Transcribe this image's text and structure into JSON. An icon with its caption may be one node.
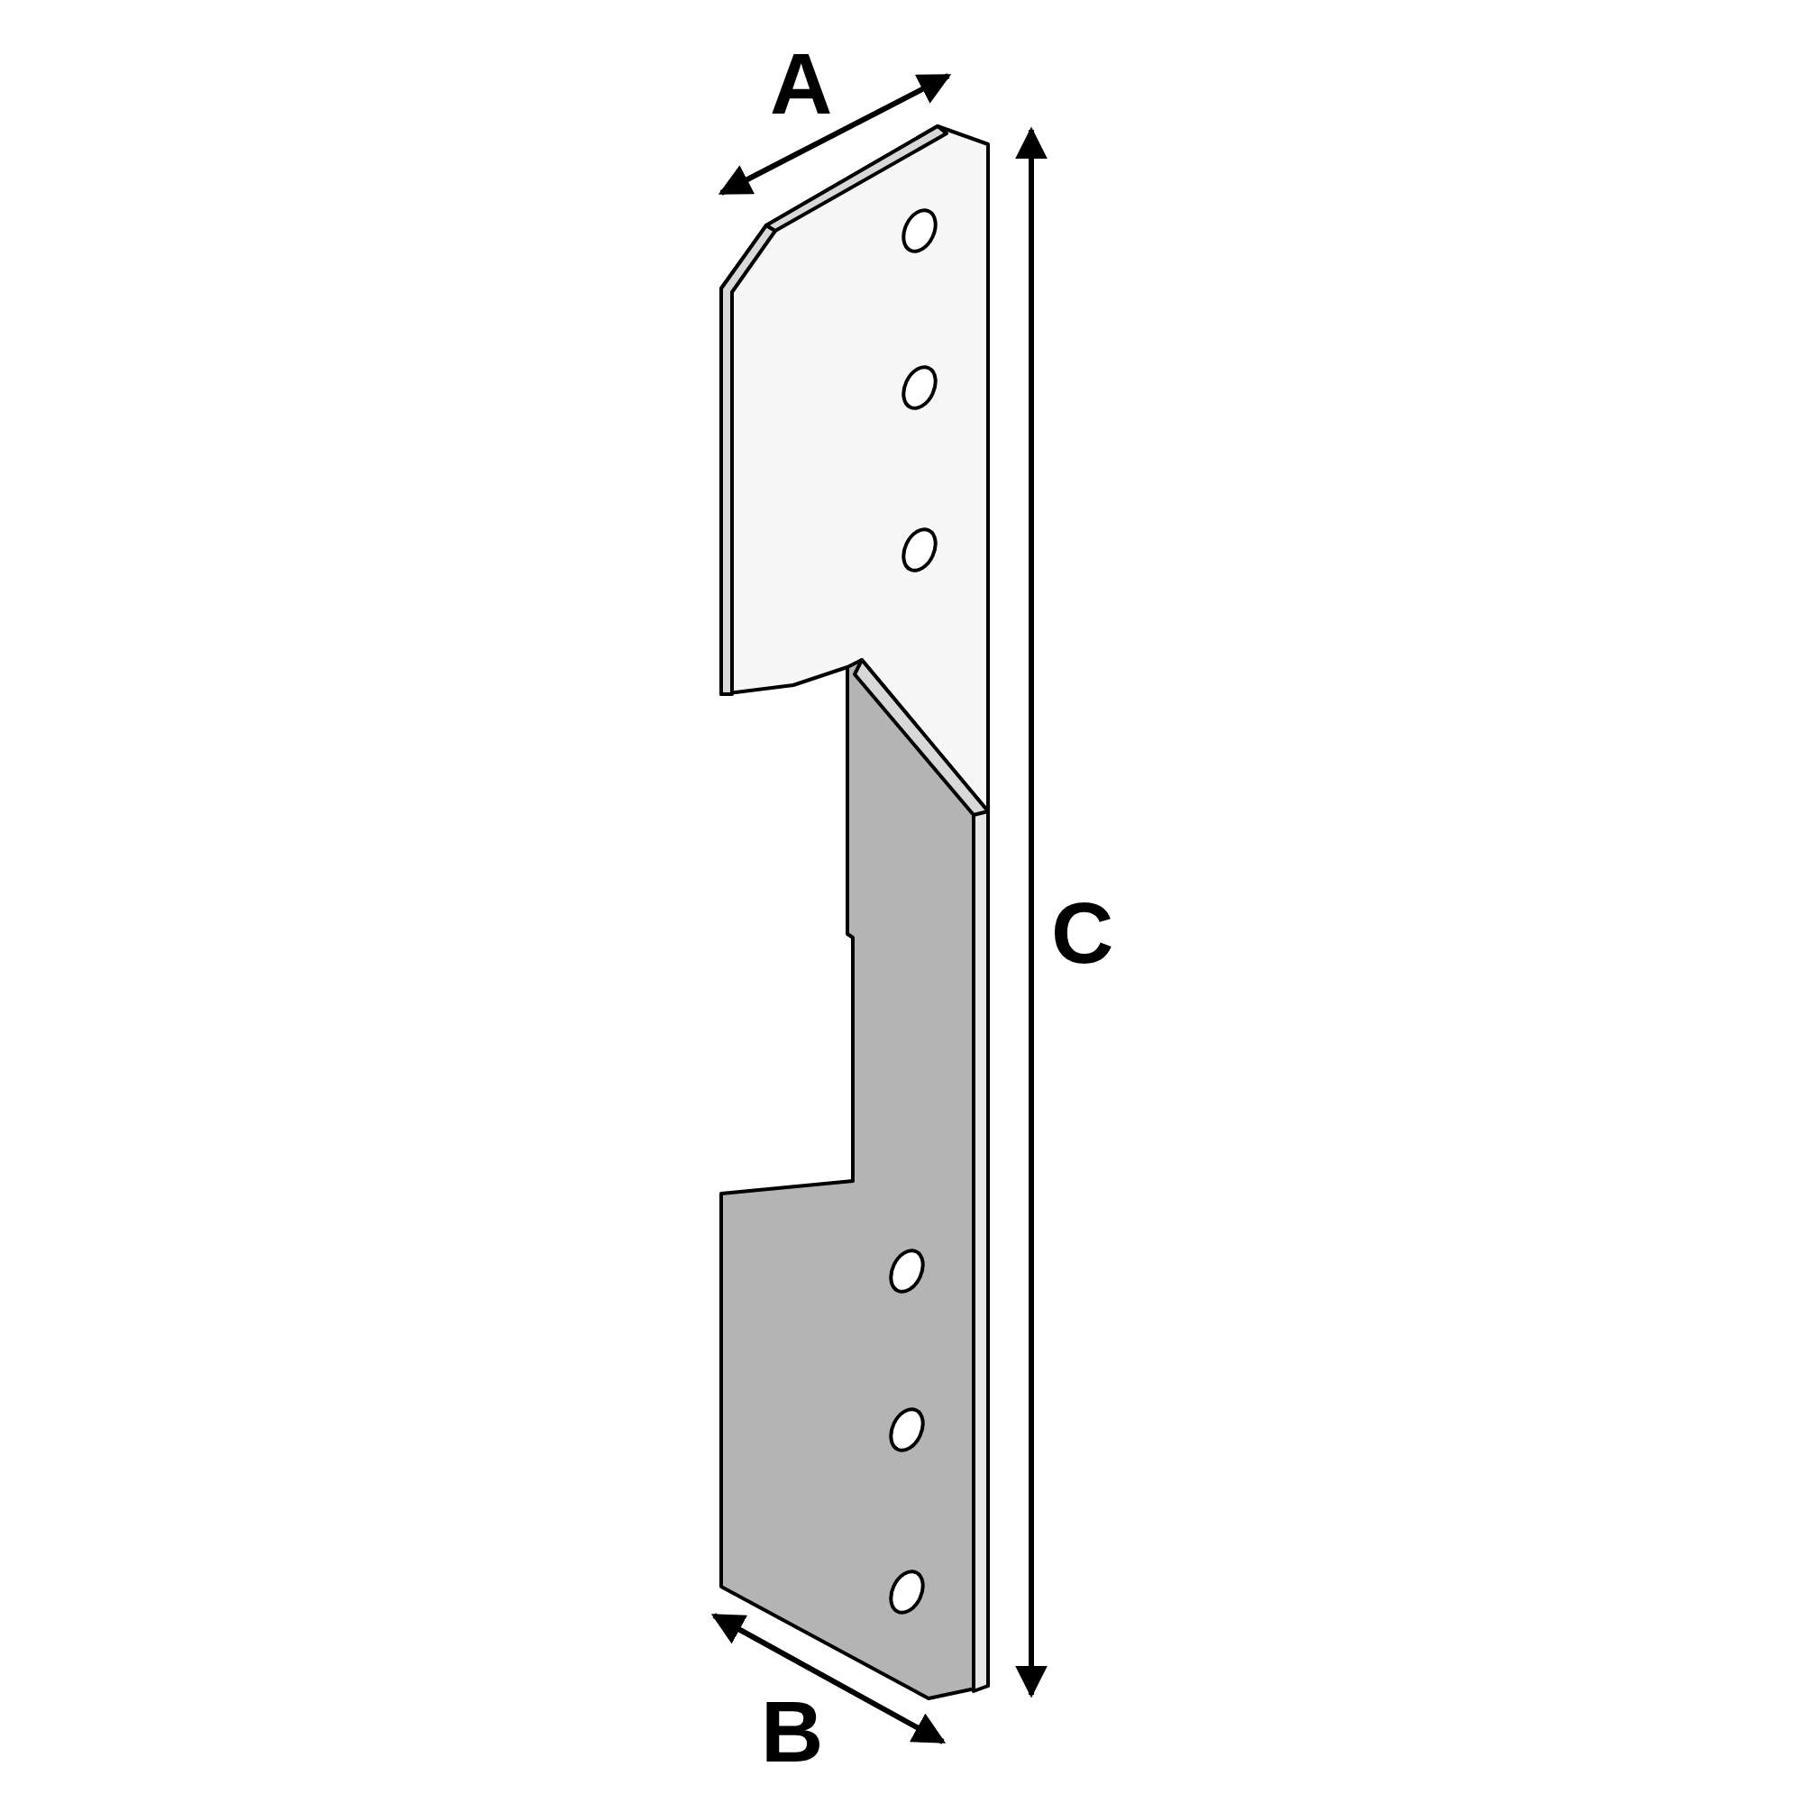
{
  "diagram": {
    "labels": [
      "A",
      "C",
      "B"
    ]
  }
}
